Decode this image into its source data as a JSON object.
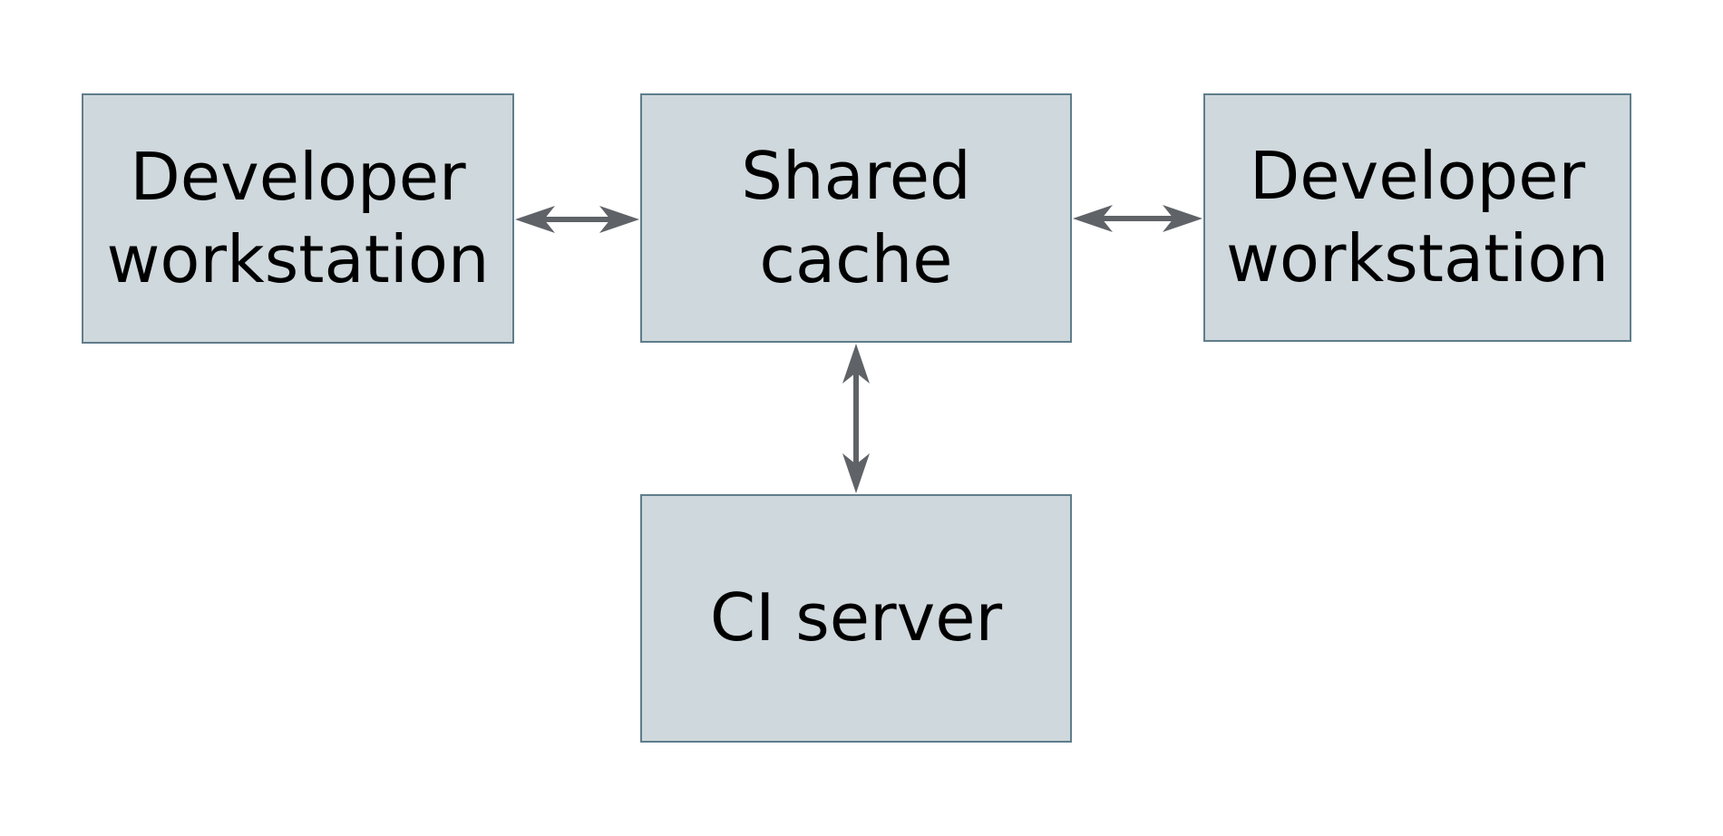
{
  "diagram": {
    "type": "architecture-diagram",
    "colors": {
      "background": "#ffffff",
      "node_fill": "#cfd8dc",
      "node_border": "#607d8b",
      "text_color": "#000000",
      "arrow_color": "#5f6368"
    },
    "nodes": {
      "workstation_left": {
        "lines": [
          "Developer",
          "workstation"
        ]
      },
      "shared_cache": {
        "lines": [
          "Shared",
          "cache"
        ]
      },
      "workstation_right": {
        "lines": [
          "Developer",
          "workstation"
        ]
      },
      "ci_server": {
        "lines": [
          "CI server"
        ]
      }
    },
    "edges": [
      {
        "from": "Developer workstation (left)",
        "to": "Shared cache",
        "style": "double-headed-arrow"
      },
      {
        "from": "Shared cache",
        "to": "Developer workstation (right)",
        "style": "double-headed-arrow"
      },
      {
        "from": "Shared cache",
        "to": "CI server",
        "style": "double-headed-arrow"
      }
    ]
  }
}
